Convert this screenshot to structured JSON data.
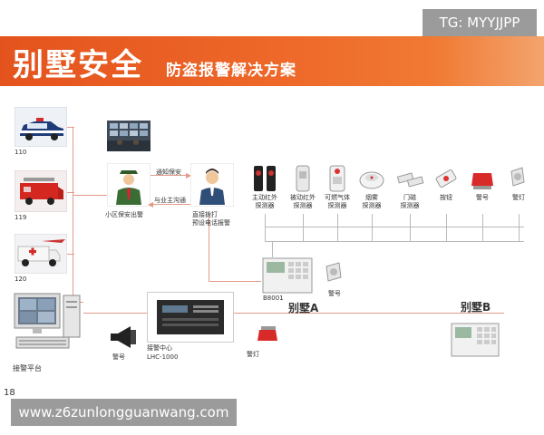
{
  "header": {
    "title": "别墅安全",
    "subtitle": "防盗报警解决方案"
  },
  "tag": "TG: MYYJJPP",
  "watermark": "www.z6zunlongguanwang.com",
  "page_number": "18",
  "left_column": {
    "items": [
      {
        "label": "110",
        "icon": "police-car-icon"
      },
      {
        "label": "119",
        "icon": "fire-truck-icon"
      },
      {
        "label": "120",
        "icon": "ambulance-icon"
      }
    ],
    "platform_label": "接警平台"
  },
  "guard": {
    "label": "小区保安出警",
    "notify_text_1": "通知保安",
    "notify_text_2": "与业主沟通"
  },
  "operator": {
    "label_line1": "直接拨打",
    "label_line2": "预设电话报警"
  },
  "detectors": [
    {
      "line1": "主动红外",
      "line2": "探测器"
    },
    {
      "line1": "被动红外",
      "line2": "探测器"
    },
    {
      "line1": "可燃气体",
      "line2": "探测器"
    },
    {
      "line1": "烟雾",
      "line2": "探测器"
    },
    {
      "line1": "门磁",
      "line2": "探测器"
    },
    {
      "line1": "按钮",
      "line2": ""
    },
    {
      "line1": "警号",
      "line2": ""
    },
    {
      "line1": "警灯",
      "line2": ""
    }
  ],
  "panel": {
    "model": "B8001",
    "siren_label": "警号"
  },
  "center": {
    "line1": "接警中心",
    "line2": "LHC-1000",
    "speaker_label": "警号",
    "strobe_label": "警灯"
  },
  "houses": {
    "a": "别墅A",
    "b": "别墅B"
  },
  "colors": {
    "banner": "#e95f24",
    "connector": "#e39b8a",
    "bus": "#b9b9b9"
  }
}
